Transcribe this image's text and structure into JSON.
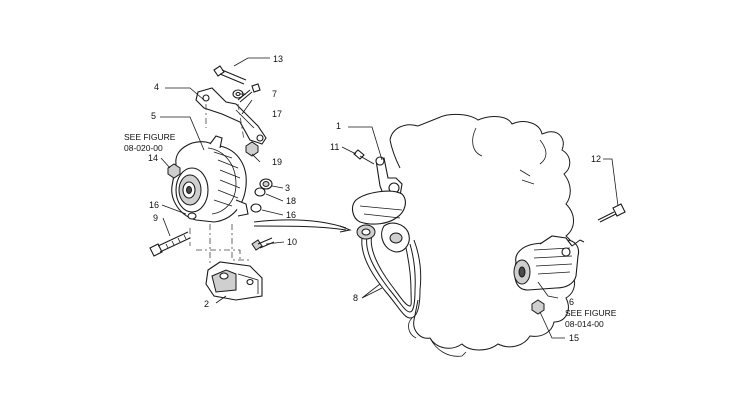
{
  "callouts": {
    "c1": "1",
    "c2": "2",
    "c3": "3",
    "c4": "4",
    "c5": "5",
    "c6": "6",
    "c7": "7",
    "c8": "8",
    "c9": "9",
    "c10": "10",
    "c11": "11",
    "c12": "12",
    "c13": "13",
    "c14": "14",
    "c15": "15",
    "c16a": "16",
    "c16b": "16",
    "c17": "17",
    "c18": "18",
    "c19": "19"
  },
  "references": {
    "alternator_see": "SEE FIGURE",
    "alternator_fig": "08-020-00",
    "starter_see": "SEE FIGURE",
    "starter_fig": "08-014-00"
  }
}
